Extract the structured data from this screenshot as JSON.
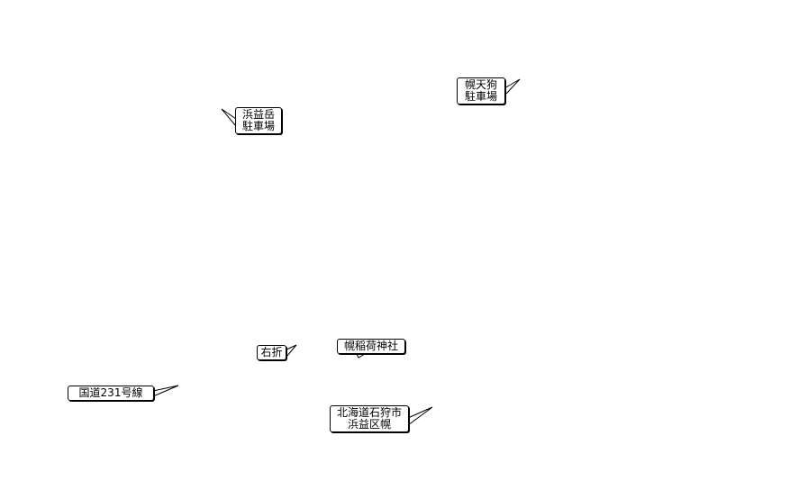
{
  "map": {
    "background_color": "#ffffff",
    "label_text_color": "#000000",
    "label_border_color": "#000000",
    "labels": {
      "horotengu_parking": {
        "line1": "幌天狗",
        "line2": "駐車場"
      },
      "hamamasudake_parking": {
        "line1": "浜益岳",
        "line2": "駐車場"
      },
      "turn_right": {
        "line1": "右折"
      },
      "horo_inari_shrine": {
        "line1": "幌稲荷神社"
      },
      "route_231": {
        "line1": "国道231号線"
      },
      "address": {
        "line1": "北海道石狩市",
        "line2": "浜益区幌"
      }
    }
  }
}
